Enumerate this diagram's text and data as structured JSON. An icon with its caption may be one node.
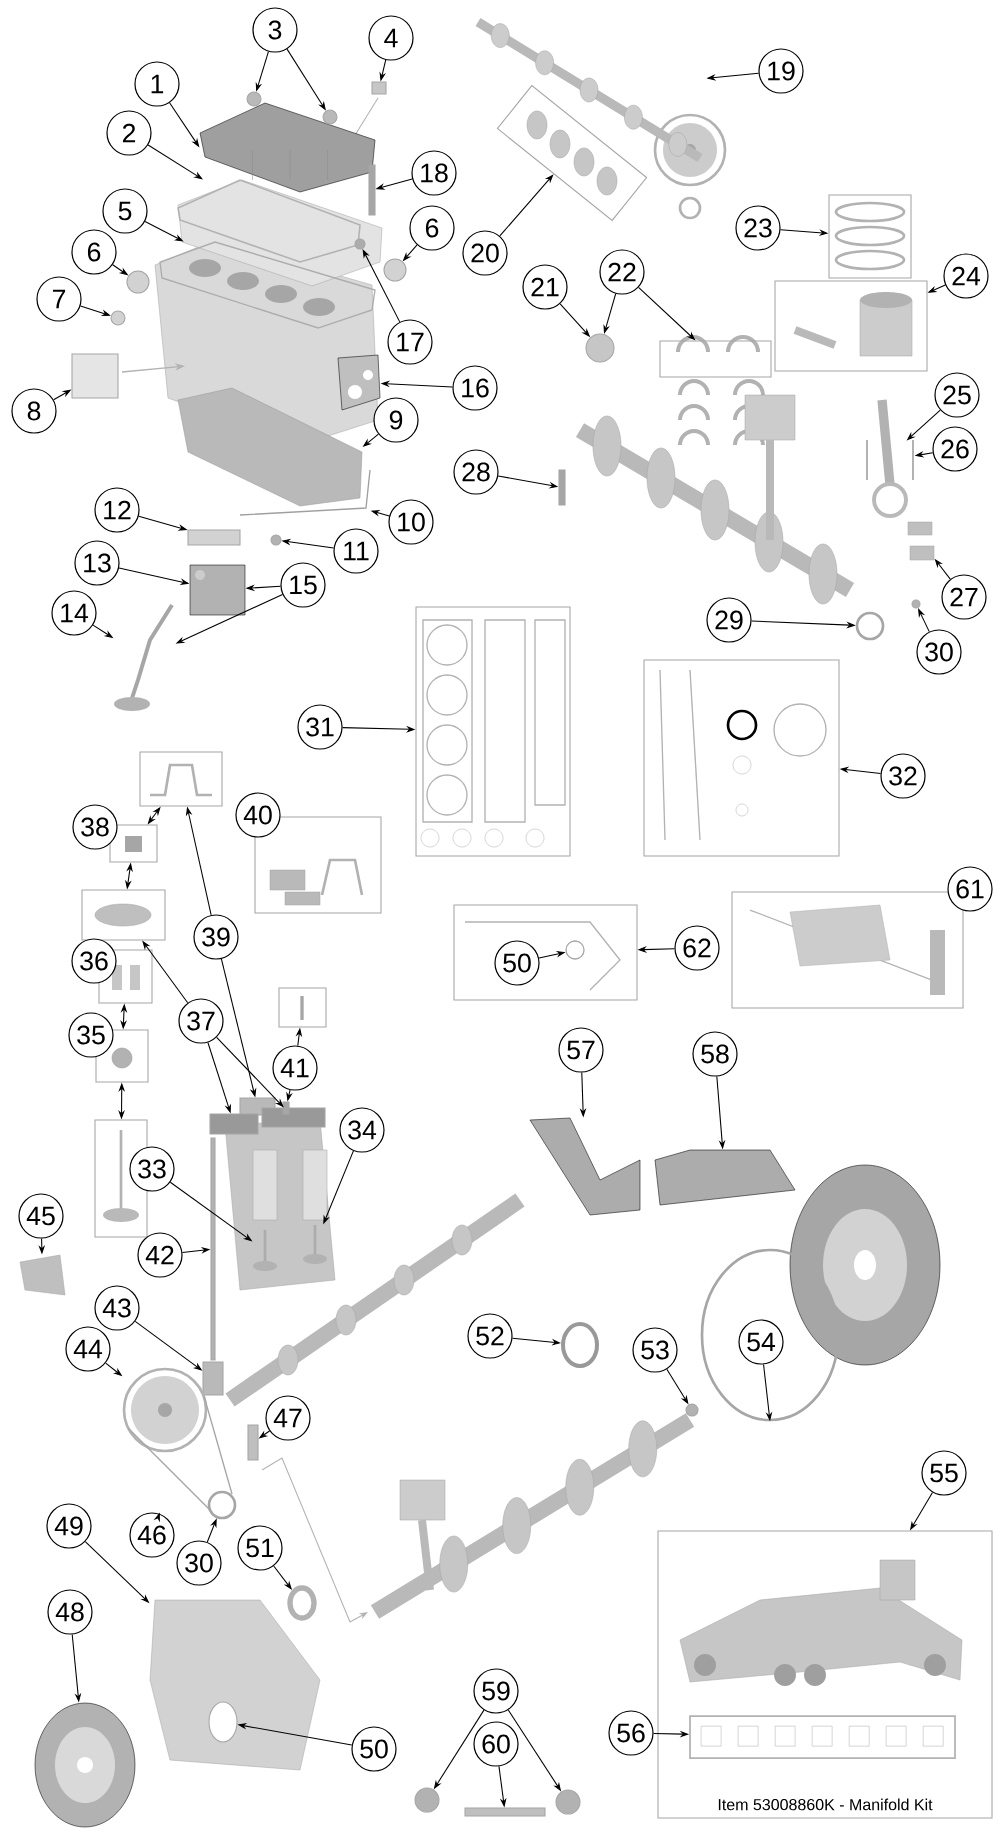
{
  "diagram": {
    "nodes": [
      {
        "text": [
          "1"
        ]
      },
      {
        "text": [
          "2"
        ]
      },
      {
        "text": [
          "3"
        ]
      },
      {
        "text": [
          "4"
        ]
      },
      {
        "text": [
          "5"
        ]
      },
      {
        "text": [
          "6"
        ]
      },
      {
        "text": [
          "6"
        ]
      },
      {
        "text": [
          "7"
        ]
      },
      {
        "text": [
          "8"
        ]
      },
      {
        "text": [
          "9"
        ]
      },
      {
        "text": [
          "10"
        ]
      },
      {
        "text": [
          "11"
        ]
      },
      {
        "text": [
          "12"
        ]
      },
      {
        "text": [
          "13"
        ]
      },
      {
        "text": [
          "14"
        ]
      },
      {
        "text": [
          "15"
        ]
      },
      {
        "text": [
          "16"
        ]
      },
      {
        "text": [
          "17"
        ]
      },
      {
        "text": [
          "18"
        ]
      },
      {
        "text": [
          "19"
        ]
      },
      {
        "text": [
          "20"
        ]
      },
      {
        "text": [],
        "shape": "box"
      },
      {
        "text": [
          "21"
        ]
      },
      {
        "text": [
          "22"
        ]
      },
      {
        "text": [],
        "shape": "box"
      },
      {
        "text": [
          "23"
        ]
      },
      {
        "text": [],
        "shape": "box"
      },
      {
        "text": [
          "24"
        ]
      },
      {
        "text": [],
        "shape": "box"
      },
      {
        "text": [
          "25"
        ]
      },
      {
        "text": [
          "26"
        ]
      },
      {
        "text": [
          "27"
        ]
      },
      {
        "text": [
          "28"
        ]
      },
      {
        "text": [
          "29"
        ]
      },
      {
        "text": [
          "30"
        ]
      },
      {
        "text": [
          "31"
        ]
      },
      {
        "text": [],
        "shape": "box"
      },
      {
        "text": [
          "32"
        ]
      },
      {
        "text": [],
        "shape": "box"
      },
      {
        "text": [],
        "shape": "box"
      },
      {
        "text": [
          "38"
        ]
      },
      {
        "text": [],
        "shape": "box"
      },
      {
        "text": [],
        "shape": "box"
      },
      {
        "text": [
          "36"
        ]
      },
      {
        "text": [],
        "shape": "box"
      },
      {
        "text": [
          "35"
        ]
      },
      {
        "text": [],
        "shape": "box"
      },
      {
        "text": [],
        "shape": "box"
      },
      {
        "text": [
          "39"
        ]
      },
      {
        "text": [
          "37"
        ]
      },
      {
        "text": [
          "40"
        ]
      },
      {
        "text": [],
        "shape": "box"
      },
      {
        "text": [
          "41"
        ]
      },
      {
        "text": [],
        "shape": "box"
      },
      {
        "text": [
          "33"
        ]
      },
      {
        "text": [
          "34"
        ]
      },
      {
        "text": [
          "42"
        ]
      },
      {
        "text": [
          "45"
        ]
      },
      {
        "text": [
          "43"
        ]
      },
      {
        "text": [
          "44"
        ]
      },
      {
        "text": [],
        "shape": "box"
      },
      {
        "text": [
          "50"
        ],
        "in": 60
      },
      {
        "text": [
          "62"
        ]
      },
      {
        "text": [],
        "shape": "box"
      },
      {
        "text": [
          "61"
        ]
      },
      {
        "text": [
          "57"
        ]
      },
      {
        "text": [
          "58"
        ]
      },
      {
        "text": [
          "52"
        ]
      },
      {
        "text": [
          "53"
        ]
      },
      {
        "text": [
          "54"
        ],
        "in": 125
      },
      {
        "text": [
          "47"
        ]
      },
      {
        "text": [
          "46"
        ]
      },
      {
        "text": [
          "30"
        ]
      },
      {
        "text": [
          "49"
        ]
      },
      {
        "text": [
          "48"
        ]
      },
      {
        "text": [
          "51"
        ]
      },
      {
        "text": [
          "50"
        ]
      },
      {
        "text": [
          "59"
        ]
      },
      {
        "text": [
          "60"
        ]
      },
      {
        "text": [
          "55"
        ]
      },
      {
        "text": [
          "Item 53008860K - Manifold Kit"
        ]
      },
      {
        "text": [
          "56"
        ]
      },
      {
        "text": [],
        "shape": "picture",
        "in": 80
      },
      {
        "text": [],
        "shape": "picture"
      },
      {
        "text": [],
        "shape": "picture"
      },
      {
        "text": [],
        "shape": "circle"
      },
      {
        "text": [],
        "shape": "circle"
      },
      {
        "text": [],
        "shape": "box"
      },
      {
        "text": [],
        "shape": "picture"
      },
      {
        "text": [],
        "shape": "circle"
      },
      {
        "text": [],
        "shape": "circle"
      },
      {
        "text": [],
        "shape": "circle"
      },
      {
        "text": [],
        "shape": "box"
      },
      {
        "text": [],
        "shape": "picture"
      },
      {
        "text": [],
        "shape": "picture"
      },
      {
        "text": [],
        "shape": "circle"
      },
      {
        "text": [],
        "shape": "box"
      },
      {
        "text": [],
        "shape": "picture"
      },
      {
        "text": [],
        "shape": "picture"
      },
      {
        "text": [],
        "shape": "picture"
      },
      {
        "text": [],
        "shape": "circle"
      },
      {
        "text": [],
        "shape": "box"
      },
      {
        "text": [],
        "shape": "picture"
      },
      {
        "text": [],
        "shape": "circle"
      },
      {
        "text": [],
        "shape": "picture"
      },
      {
        "text": [],
        "shape": "picture"
      },
      {
        "text": [],
        "shape": "picture"
      },
      {
        "text": [],
        "shape": "box"
      },
      {
        "text": [],
        "shape": "circle"
      },
      {
        "text": [],
        "shape": "circle"
      },
      {
        "text": [],
        "shape": "box"
      },
      {
        "text": [],
        "shape": "box"
      },
      {
        "text": [],
        "shape": "box"
      },
      {
        "text": [],
        "shape": "box"
      },
      {
        "text": [],
        "shape": "picture"
      },
      {
        "text": [],
        "shape": "picture"
      },
      {
        "text": [],
        "shape": "box"
      },
      {
        "text": [],
        "shape": "picture"
      },
      {
        "text": [],
        "shape": "box"
      },
      {
        "text": [],
        "shape": "picture"
      },
      {
        "text": [],
        "shape": "circle",
        "in": 60
      },
      {
        "text": [],
        "shape": "picture"
      },
      {
        "text": [],
        "shape": "picture"
      },
      {
        "text": [],
        "shape": "circle"
      },
      {
        "text": [],
        "shape": "circle"
      },
      {
        "text": [],
        "shape": "circle"
      },
      {
        "text": [],
        "shape": "box"
      },
      {
        "text": [],
        "shape": "picture"
      },
      {
        "text": [],
        "shape": "circle"
      },
      {
        "text": [],
        "shape": "picture"
      },
      {
        "text": [],
        "shape": "picture"
      },
      {
        "text": [],
        "shape": "circle"
      },
      {
        "text": [],
        "shape": "circle",
        "in": 129
      },
      {
        "text": [],
        "shape": "circle"
      },
      {
        "text": [],
        "shape": "circle"
      },
      {
        "text": [],
        "shape": "box"
      }
    ],
    "edges": [
      {
        "from": 0,
        "to": 83,
        "arrow": "to"
      },
      {
        "from": 1,
        "to": 84,
        "arrow": "to"
      },
      {
        "from": 2,
        "to": 85,
        "arrow": "to"
      },
      {
        "from": 2,
        "to": 86,
        "arrow": "to"
      },
      {
        "from": 3,
        "to": 87,
        "arrow": "to"
      },
      {
        "from": 4,
        "to": 88,
        "arrow": "to"
      },
      {
        "from": 5,
        "to": 89,
        "arrow": "to"
      },
      {
        "from": 6,
        "to": 90,
        "arrow": "to"
      },
      {
        "from": 7,
        "to": 91,
        "arrow": "to"
      },
      {
        "from": 8,
        "to": 92,
        "arrow": "to"
      },
      {
        "from": 9,
        "to": 93,
        "arrow": "to"
      },
      {
        "from": 10,
        "to": 94,
        "arrow": "to"
      },
      {
        "from": 11,
        "to": 95,
        "arrow": "to"
      },
      {
        "from": 12,
        "to": 96,
        "arrow": "to"
      },
      {
        "from": 13,
        "to": 97,
        "arrow": "to"
      },
      {
        "from": 14,
        "to": 98,
        "arrow": "to"
      },
      {
        "from": 15,
        "to": 97,
        "arrow": "to"
      },
      {
        "from": 15,
        "to": 98,
        "arrow": "to"
      },
      {
        "from": 16,
        "to": 99,
        "arrow": "to"
      },
      {
        "from": 17,
        "to": 100,
        "arrow": "to"
      },
      {
        "from": 18,
        "to": 101,
        "arrow": "to"
      },
      {
        "from": 19,
        "to": 102,
        "arrow": "to"
      },
      {
        "from": 20,
        "to": 21,
        "arrow": "to"
      },
      {
        "from": 22,
        "to": 103,
        "arrow": "to"
      },
      {
        "from": 23,
        "to": 103,
        "arrow": "to"
      },
      {
        "from": 23,
        "to": 24,
        "arrow": "to"
      },
      {
        "from": 25,
        "to": 26,
        "arrow": "to"
      },
      {
        "from": 27,
        "to": 28,
        "arrow": "to"
      },
      {
        "from": 29,
        "to": 104,
        "arrow": "to"
      },
      {
        "from": 30,
        "to": 105,
        "arrow": "to"
      },
      {
        "from": 31,
        "to": 106,
        "arrow": "to"
      },
      {
        "from": 32,
        "to": 107,
        "arrow": "to"
      },
      {
        "from": 33,
        "to": 108,
        "arrow": "to"
      },
      {
        "from": 34,
        "to": 109,
        "arrow": "to"
      },
      {
        "from": 35,
        "to": 36,
        "arrow": "to"
      },
      {
        "from": 37,
        "to": 38,
        "arrow": "to"
      },
      {
        "from": 41,
        "to": 39,
        "arrow": "both"
      },
      {
        "from": 41,
        "to": 42,
        "arrow": "both"
      },
      {
        "from": 44,
        "to": 46,
        "arrow": "both"
      },
      {
        "from": 46,
        "to": 47,
        "arrow": "both"
      },
      {
        "from": 48,
        "to": 39,
        "arrow": "to"
      },
      {
        "from": 48,
        "to": 110,
        "arrow": "to"
      },
      {
        "from": 49,
        "to": 42,
        "arrow": "to"
      },
      {
        "from": 49,
        "to": 111,
        "arrow": "to"
      },
      {
        "from": 49,
        "to": 112,
        "arrow": "to"
      },
      {
        "from": 52,
        "to": 53,
        "arrow": "to"
      },
      {
        "from": 52,
        "to": 113,
        "arrow": "to"
      },
      {
        "from": 54,
        "to": 114,
        "arrow": "to"
      },
      {
        "from": 55,
        "to": 115,
        "arrow": "to"
      },
      {
        "from": 56,
        "to": 116,
        "arrow": "to"
      },
      {
        "from": 57,
        "to": 117,
        "arrow": "to"
      },
      {
        "from": 58,
        "to": 118,
        "arrow": "to"
      },
      {
        "from": 59,
        "to": 119,
        "arrow": "to"
      },
      {
        "from": 61,
        "to": 120,
        "arrow": "to"
      },
      {
        "from": 62,
        "to": 60,
        "arrow": "to"
      },
      {
        "from": 65,
        "to": 121,
        "arrow": "to"
      },
      {
        "from": 66,
        "to": 122,
        "arrow": "to"
      },
      {
        "from": 67,
        "to": 123,
        "arrow": "to"
      },
      {
        "from": 68,
        "to": 124,
        "arrow": "to"
      },
      {
        "from": 69,
        "to": 125,
        "arrow": "to"
      },
      {
        "from": 70,
        "to": 126,
        "arrow": "to"
      },
      {
        "from": 71,
        "to": 127,
        "arrow": "to"
      },
      {
        "from": 72,
        "to": 128,
        "arrow": "to"
      },
      {
        "from": 73,
        "to": 129,
        "arrow": "to"
      },
      {
        "from": 74,
        "to": 130,
        "arrow": "to"
      },
      {
        "from": 75,
        "to": 131,
        "arrow": "to"
      },
      {
        "from": 76,
        "to": 132,
        "arrow": "to"
      },
      {
        "from": 77,
        "to": 133,
        "arrow": "to"
      },
      {
        "from": 77,
        "to": 134,
        "arrow": "to"
      },
      {
        "from": 78,
        "to": 135,
        "arrow": "to"
      },
      {
        "from": 79,
        "to": 80,
        "arrow": "to"
      },
      {
        "from": 81,
        "to": 82,
        "arrow": "to"
      }
    ]
  }
}
